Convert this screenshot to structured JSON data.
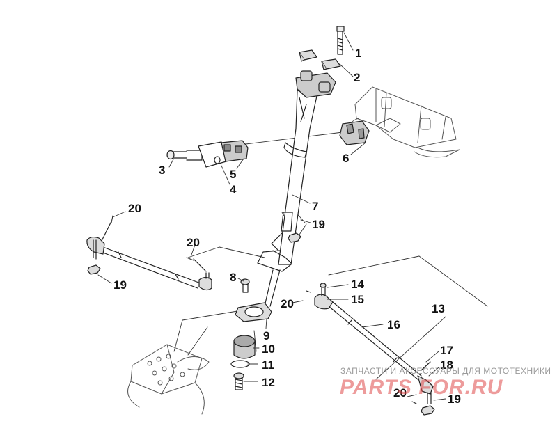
{
  "callouts": [
    {
      "id": "p1",
      "label": "1"
    },
    {
      "id": "p2",
      "label": "2"
    },
    {
      "id": "p3",
      "label": "3"
    },
    {
      "id": "p4",
      "label": "4"
    },
    {
      "id": "p5",
      "label": "5"
    },
    {
      "id": "p6",
      "label": "6"
    },
    {
      "id": "p7",
      "label": "7"
    },
    {
      "id": "p8",
      "label": "8"
    },
    {
      "id": "p9",
      "label": "9"
    },
    {
      "id": "p10",
      "label": "10"
    },
    {
      "id": "p11",
      "label": "11"
    },
    {
      "id": "p12",
      "label": "12"
    },
    {
      "id": "p13",
      "label": "13"
    },
    {
      "id": "p14",
      "label": "14"
    },
    {
      "id": "p15",
      "label": "15"
    },
    {
      "id": "p16",
      "label": "16"
    },
    {
      "id": "p17",
      "label": "17"
    },
    {
      "id": "p18",
      "label": "18"
    },
    {
      "id": "p19a",
      "label": "19"
    },
    {
      "id": "p19b",
      "label": "19"
    },
    {
      "id": "p19c",
      "label": "19"
    },
    {
      "id": "p20a",
      "label": "20"
    },
    {
      "id": "p20b",
      "label": "20"
    },
    {
      "id": "p20c",
      "label": "20"
    },
    {
      "id": "p20d",
      "label": "20"
    }
  ],
  "watermark": {
    "tagline": "ЗАПЧАСТИ И АКСЕССУАРЫ ДЛЯ МОТОТЕХНИКИ",
    "logo": "PARTS FOR.RU",
    "color": "#e04a4a"
  }
}
